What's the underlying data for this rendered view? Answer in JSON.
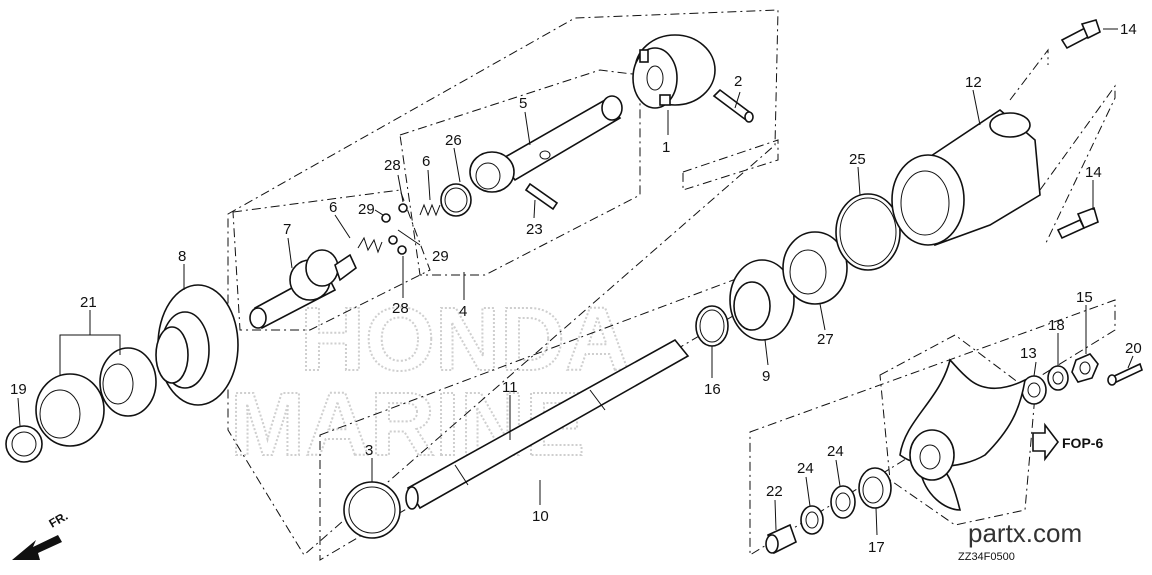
{
  "callouts": [
    {
      "id": "c1",
      "label": "1"
    },
    {
      "id": "c2",
      "label": "2"
    },
    {
      "id": "c3",
      "label": "3"
    },
    {
      "id": "c4",
      "label": "4"
    },
    {
      "id": "c5",
      "label": "5"
    },
    {
      "id": "c6a",
      "label": "6"
    },
    {
      "id": "c6b",
      "label": "6"
    },
    {
      "id": "c7",
      "label": "7"
    },
    {
      "id": "c8",
      "label": "8"
    },
    {
      "id": "c9",
      "label": "9"
    },
    {
      "id": "c10",
      "label": "10"
    },
    {
      "id": "c11",
      "label": "11"
    },
    {
      "id": "c12",
      "label": "12"
    },
    {
      "id": "c13",
      "label": "13"
    },
    {
      "id": "c14a",
      "label": "14"
    },
    {
      "id": "c14b",
      "label": "14"
    },
    {
      "id": "c15",
      "label": "15"
    },
    {
      "id": "c16",
      "label": "16"
    },
    {
      "id": "c17",
      "label": "17"
    },
    {
      "id": "c18",
      "label": "18"
    },
    {
      "id": "c19",
      "label": "19"
    },
    {
      "id": "c20",
      "label": "20"
    },
    {
      "id": "c21",
      "label": "21"
    },
    {
      "id": "c22",
      "label": "22"
    },
    {
      "id": "c23",
      "label": "23"
    },
    {
      "id": "c24a",
      "label": "24"
    },
    {
      "id": "c24b",
      "label": "24"
    },
    {
      "id": "c25",
      "label": "25"
    },
    {
      "id": "c26",
      "label": "26"
    },
    {
      "id": "c27",
      "label": "27"
    },
    {
      "id": "c28a",
      "label": "28"
    },
    {
      "id": "c28b",
      "label": "28"
    },
    {
      "id": "c29a",
      "label": "29"
    },
    {
      "id": "c29b",
      "label": "29"
    }
  ],
  "reference": {
    "fop": "FOP-6",
    "front": "FR.",
    "diagram_code": "ZZ34F0500"
  },
  "branding": {
    "site": "partx.com",
    "watermark_line1": "HONDA",
    "watermark_line2": "MARINE"
  },
  "colors": {
    "line": "#111111",
    "background": "#ffffff",
    "watermark": "#cfcfcf"
  }
}
